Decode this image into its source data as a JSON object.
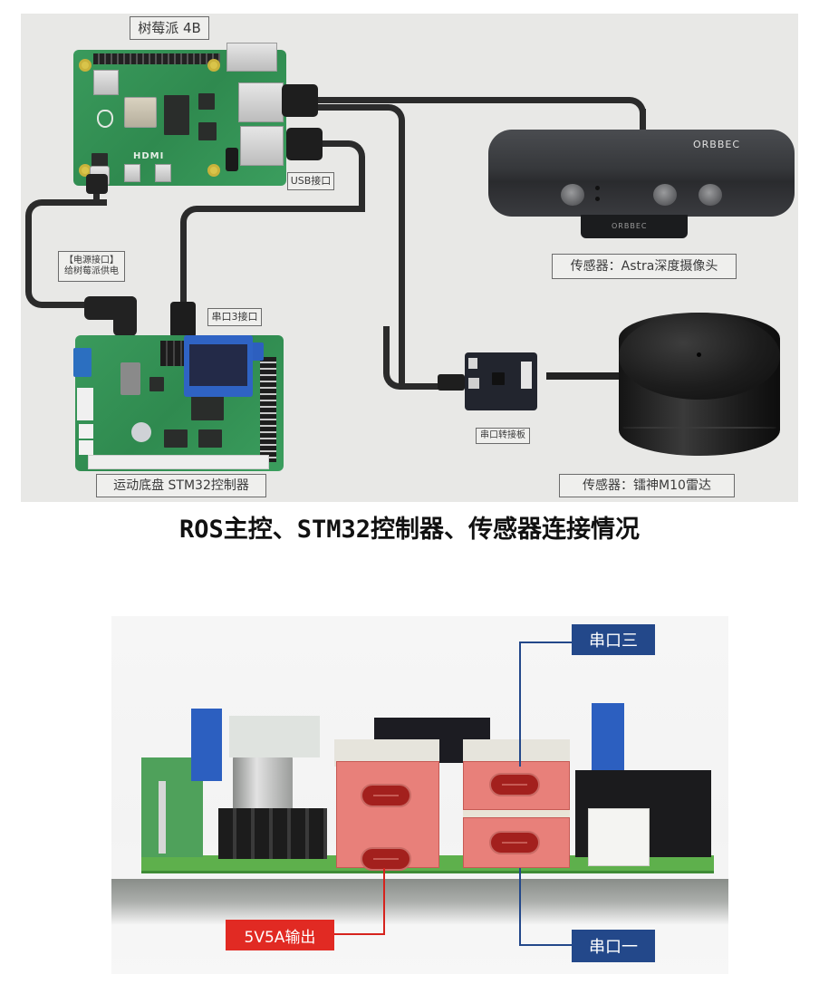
{
  "top_diagram": {
    "labels": {
      "raspberry_pi": "树莓派 4B",
      "usb_port": "USB接口",
      "power_port_line1": "【电源接口】",
      "power_port_line2": "给树莓派供电",
      "uart3_port": "串口3接口",
      "stm32_controller": "运动底盘 STM32控制器",
      "astra_camera": "传感器：Astra深度摄像头",
      "uart_adapter": "串口转接板",
      "lidar": "传感器：镭神M10雷达"
    },
    "device_text": {
      "camera_brand": "ORBBEC",
      "camera_stand_brand": "ORBBEC",
      "pi_hdmi": "HDMI"
    }
  },
  "caption": "ROS主控、STM32控制器、传感器连接情况",
  "bottom_diagram": {
    "callouts": {
      "uart3": "串口三",
      "uart1": "串口一",
      "power_out": "5V5A输出"
    },
    "colors": {
      "callout_blue": "#23488a",
      "callout_red": "#e12a23",
      "usb_highlight": "#e8807a"
    }
  }
}
